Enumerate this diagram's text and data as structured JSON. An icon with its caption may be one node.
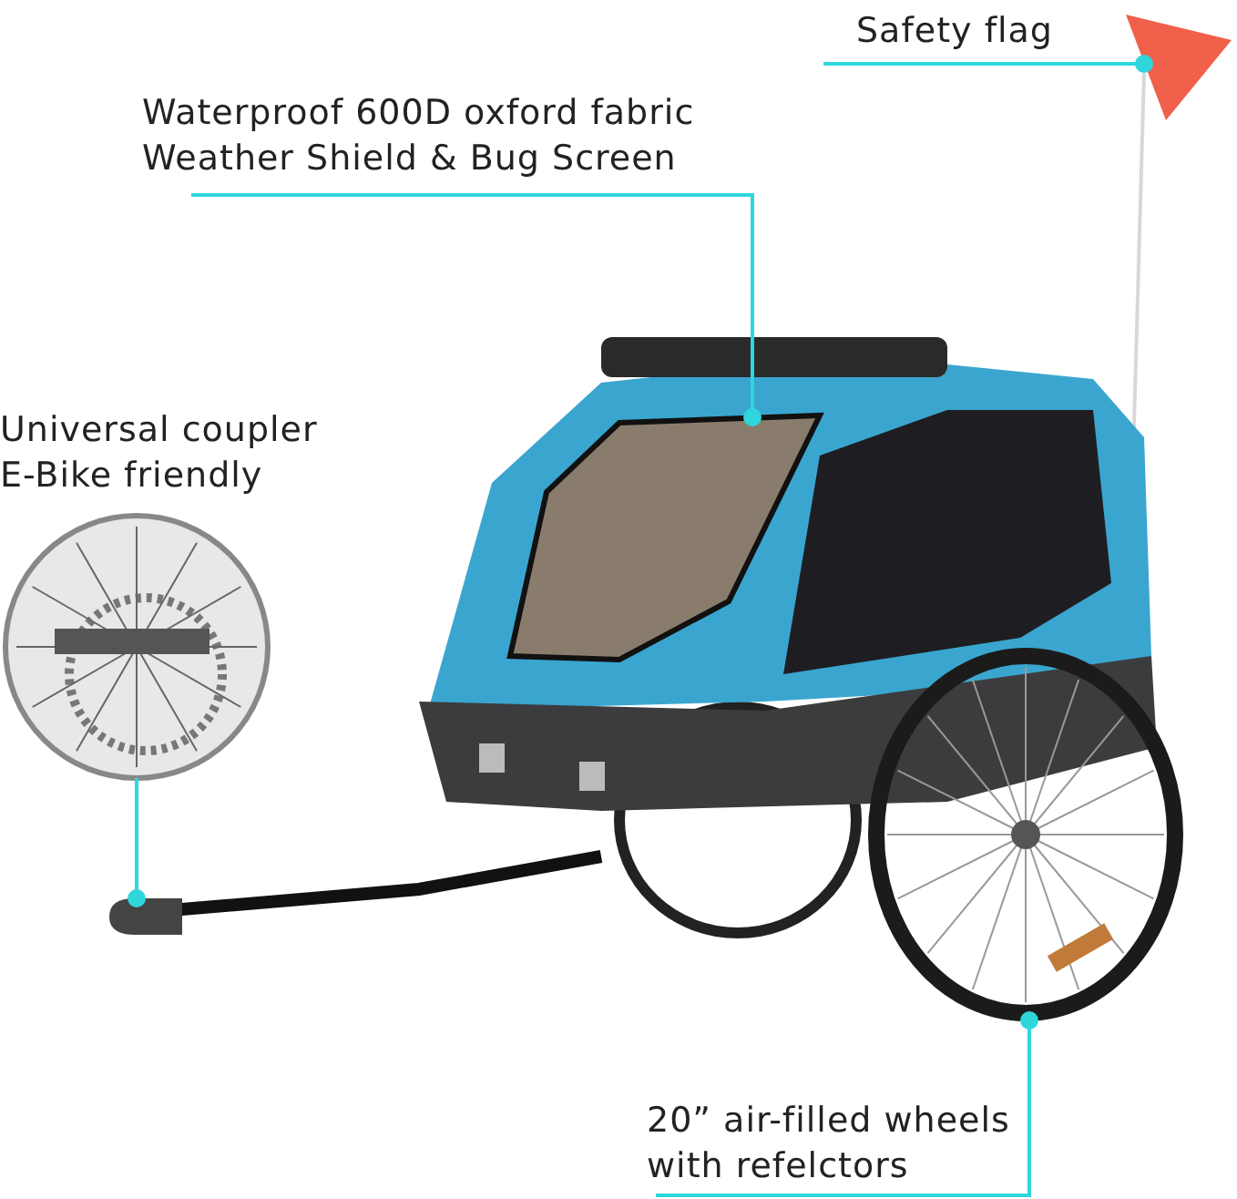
{
  "diagram": {
    "nodes": [
      {
        "text": [
          "Safety flag"
        ]
      },
      {
        "text": [],
        "shape": "picture"
      },
      {
        "text": [
          "Waterproof 600D oxford fabric Weather Shield & Bug Screen"
        ]
      },
      {
        "text": [],
        "shape": "picture"
      },
      {
        "text": [
          "Universal coupler E-Bike friendly"
        ]
      },
      {
        "text": [],
        "shape": "picture"
      },
      {
        "text": [],
        "shape": "box"
      },
      {
        "text": [],
        "shape": "picture"
      },
      {
        "text": [
          "20” air-filled wheels with refelctors"
        ]
      }
    ],
    "edges": [
      {
        "from": 0,
        "to": 1,
        "arrow": "other"
      },
      {
        "from": 2,
        "to": 3,
        "arrow": "other"
      },
      {
        "from": 5,
        "to": 6,
        "arrow": "other"
      },
      {
        "from": 8,
        "to": 7,
        "arrow": "other"
      }
    ]
  }
}
